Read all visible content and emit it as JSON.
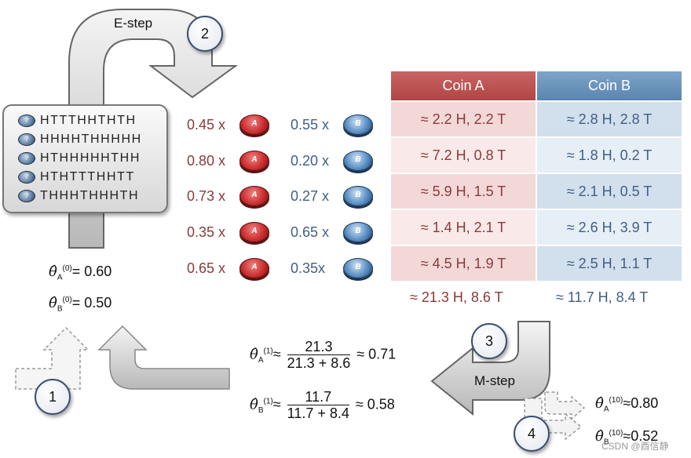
{
  "steps": {
    "estep_label": "E-step",
    "mstep_label": "M-step",
    "n1": "1",
    "n2": "2",
    "n3": "3",
    "n4": "4"
  },
  "sequences": [
    "HTTTHHTHTH",
    "HHHHTHHHHH",
    "HTHHHHHTHH",
    "HTHTTTHHTT",
    "THHHTHHHTH"
  ],
  "coin_icons": {
    "unknown": "?",
    "a": "A",
    "b": "B"
  },
  "weights": [
    {
      "a": "0.45 x",
      "b": "0.55 x"
    },
    {
      "a": "0.80 x",
      "b": "0.20 x"
    },
    {
      "a": "0.73 x",
      "b": "0.27 x"
    },
    {
      "a": "0.35 x",
      "b": "0.65 x"
    },
    {
      "a": "0.65 x",
      "b": "0.35x"
    }
  ],
  "table": {
    "header_a": "Coin A",
    "header_b": "Coin B",
    "rows": [
      {
        "a": "≈ 2.2 H, 2.2 T",
        "b": "≈ 2.8 H, 2.8 T"
      },
      {
        "a": "≈ 7.2 H, 0.8 T",
        "b": "≈ 1.8 H, 0.2 T"
      },
      {
        "a": "≈ 5.9 H, 1.5 T",
        "b": "≈ 2.1 H, 0.5 T"
      },
      {
        "a": "≈ 1.4 H, 2.1 T",
        "b": "≈ 2.6 H, 3.9 T"
      },
      {
        "a": "≈ 4.5 H, 1.9 T",
        "b": "≈ 2.5 H, 1.1 T"
      }
    ],
    "total_a": "≈ 21.3 H, 8.6 T",
    "total_b": "≈ 11.7 H, 8.4 T"
  },
  "initial": {
    "theta": "θ̂",
    "sub_a": "A",
    "sub_b": "B",
    "sup": "(0)",
    "val_a": "= 0.60",
    "val_b": "= 0.50"
  },
  "update": {
    "theta": "θ̂",
    "sup": "(1)",
    "sub_a": "A",
    "sub_b": "B",
    "approx": "≈",
    "a_num": "21.3",
    "a_den": "21.3 + 8.6",
    "a_result": "≈ 0.71",
    "b_num": "11.7",
    "b_den": "11.7 + 8.4",
    "b_result": "≈ 0.58"
  },
  "final": {
    "theta": "θ̂",
    "sup": "(10)",
    "sub_a": "A",
    "sub_b": "B",
    "val_a": "≈0.80",
    "val_b": "≈0.52"
  },
  "watermark": "CSDN @酉信静",
  "colors": {
    "coin_a": "#c62828",
    "coin_b": "#4f86bd",
    "text_a": "#8b3a3a",
    "text_b": "#3f5f86"
  }
}
